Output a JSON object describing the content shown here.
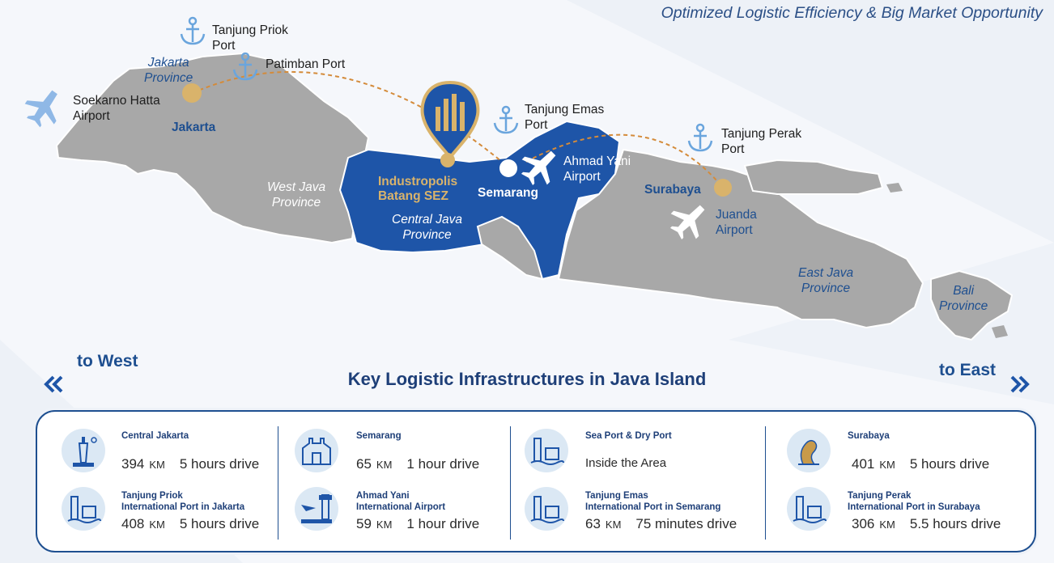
{
  "headline": "Optimized Logistic Efficiency & Big Market Opportunity",
  "map": {
    "ports": {
      "priok": [
        "Tanjung Priok",
        "Port"
      ],
      "patimban": "Patimban Port",
      "emas": [
        "Tanjung Emas",
        "Port"
      ],
      "perak": [
        "Tanjung Perak",
        "Port"
      ]
    },
    "airports": {
      "soekarno": [
        "Soekarno Hatta",
        "Airport"
      ],
      "ahmad_yani": [
        "Ahmad Yani",
        "Airport"
      ],
      "juanda": [
        "Juanda",
        "Airport"
      ]
    },
    "provinces": {
      "jakarta": [
        "Jakarta",
        "Province"
      ],
      "west_java": [
        "West Java",
        "Province"
      ],
      "central_java": [
        "Central Java",
        "Province"
      ],
      "east_java": [
        "East Java",
        "Province"
      ],
      "bali": [
        "Bali",
        "Province"
      ]
    },
    "cities": {
      "jakarta": "Jakarta",
      "semarang": "Semarang",
      "surabaya": "Surabaya"
    },
    "sez": [
      "Industropolis",
      "Batang SEZ"
    ]
  },
  "nav": {
    "west": "to West",
    "east": "to East"
  },
  "section_title": "Key Logistic Infrastructures in Java Island",
  "colors": {
    "accent_blue": "#1e4f90",
    "gold": "#d9b36b",
    "land_gray": "#a8a8a8"
  },
  "infra": [
    {
      "title": [
        "Central Jakarta"
      ],
      "distance": "394",
      "unit": "KM",
      "time": "5 hours drive",
      "icon": "monument-icon"
    },
    {
      "title": [
        "Tanjung Priok",
        "International Port in Jakarta"
      ],
      "distance": "408",
      "unit": "KM",
      "time": "5 hours drive",
      "icon": "port-icon"
    },
    {
      "title": [
        "Semarang"
      ],
      "distance": "65",
      "unit": "KM",
      "time": "1 hour drive",
      "icon": "building-icon"
    },
    {
      "title": [
        "Ahmad Yani",
        "International Airport"
      ],
      "distance": "59",
      "unit": "KM",
      "time": "1 hour drive",
      "icon": "airport-icon"
    },
    {
      "title": [
        "Sea Port & Dry Port"
      ],
      "value": "Inside the Area",
      "icon": "port-icon"
    },
    {
      "title": [
        "Tanjung Emas",
        "International Port in Semarang"
      ],
      "distance": "63",
      "unit": "KM",
      "time": "75 minutes drive",
      "icon": "port-icon"
    },
    {
      "title": [
        "Surabaya"
      ],
      "distance": "401",
      "unit": "KM",
      "time": "5 hours drive",
      "icon": "statue-icon"
    },
    {
      "title": [
        "Tanjung Perak",
        "International Port in Surabaya"
      ],
      "distance": "306",
      "unit": "KM",
      "time": "5.5 hours drive",
      "icon": "port-icon"
    }
  ]
}
